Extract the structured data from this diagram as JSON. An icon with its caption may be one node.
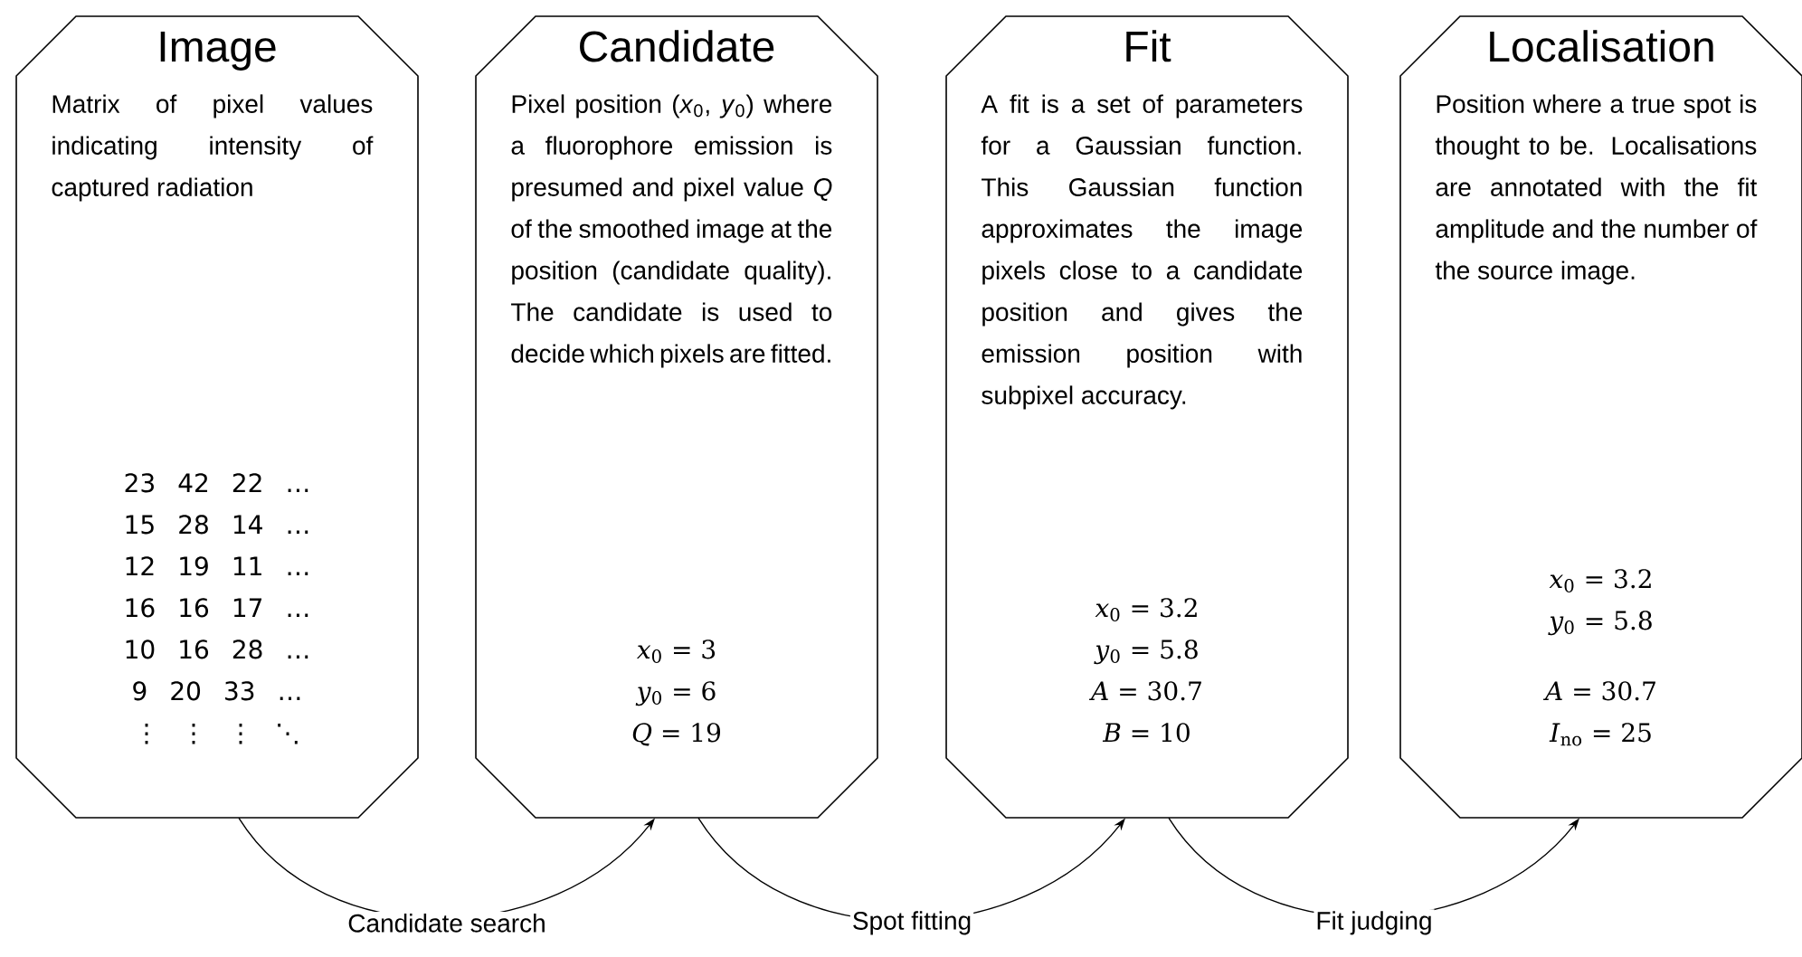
{
  "diagram": {
    "nodes": [
      {
        "text": [
          "Image",
          "Matrix of pixel values indicating intensity of captured radiation",
          "23 42 22 …",
          "15 28 14 …",
          "12 19 11 …",
          "16 16 17 …",
          "10 16 28 …",
          "9 20 33 …",
          "⋮ ⋮ ⋮ ⋱"
        ]
      },
      {
        "text": [
          "Candidate",
          "Pixel position (*x*$_{0}$, *y*$_{0}$) where a fluorophore emission is presumed and pixel value *Q* of the smoothed image at the position (candidate quality). The candidate is used to decide which pixels are fitted.",
          "*x*$_{0}$ = 3",
          "*y*$_{0}$ = 6",
          "*Q* = 19"
        ]
      },
      {
        "text": [
          "Fit",
          "A fit is a set of parameters for a Gaussian function. This Gaussian function approximates the image pixels close to a candidate position and gives the emission position with subpixel accuracy.",
          "*x*$_{0}$ = 3.2",
          "*y*$_{0}$ = 5.8",
          "*A* = 30.7",
          "*B* = 10"
        ]
      },
      {
        "text": [
          "Localisation",
          "Position where a true spot is thought to be. Localisations are annotated with the fit amplitude and the number of the source image.",
          "*x*$_{0}$ = 3.2",
          "*y*$_{0}$ = 5.8",
          "*A* = 30.7",
          "*I*$_{no}$ = 25"
        ]
      }
    ],
    "edges": [
      {
        "from": 0,
        "to": 1,
        "arrow": "to",
        "label": "Candidate search"
      },
      {
        "from": 1,
        "to": 2,
        "arrow": "to",
        "label": "Spot fitting"
      },
      {
        "from": 2,
        "to": 3,
        "arrow": "to",
        "label": "Fit judging"
      }
    ]
  }
}
